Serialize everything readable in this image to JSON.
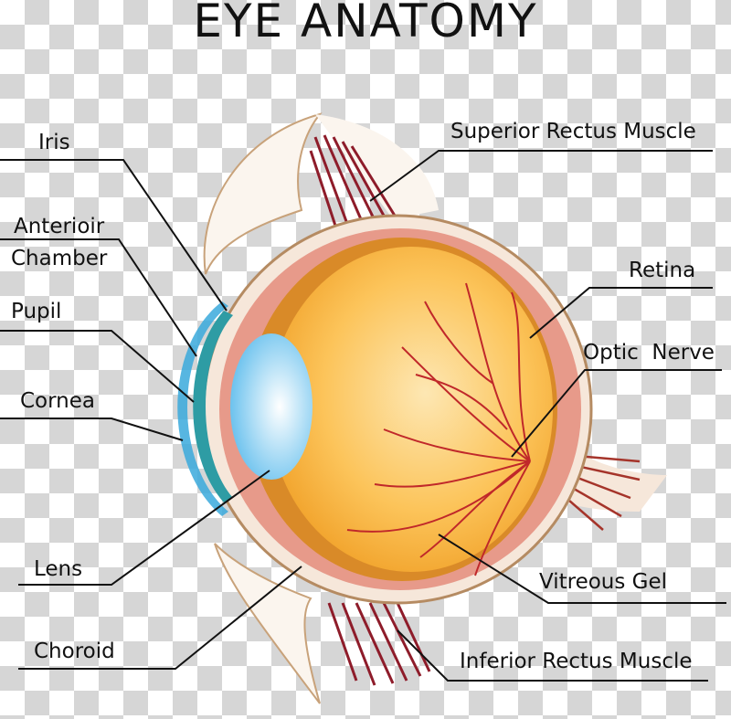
{
  "title": "EYE ANATOMY",
  "labels": {
    "iris": "Iris",
    "anterior_chamber_1": "Anterioir",
    "anterior_chamber_2": "Chamber",
    "pupil": "Pupil",
    "cornea": "Cornea",
    "lens": "Lens",
    "choroid": "Choroid",
    "superior_rectus": "Superior Rectus Muscle",
    "retina": "Retina",
    "optic_nerve": "Optic  Nerve",
    "vitreous_gel": "Vitreous Gel",
    "inferior_rectus": "Inferior Rectus Muscle"
  },
  "colors": {
    "sclera": "#f6e7da",
    "choroid": "#e79a8a",
    "vitreous": "#fbb93a",
    "lens": "#8fd0f0",
    "cornea": "#3aa9dc",
    "vessel": "#c0282a"
  }
}
